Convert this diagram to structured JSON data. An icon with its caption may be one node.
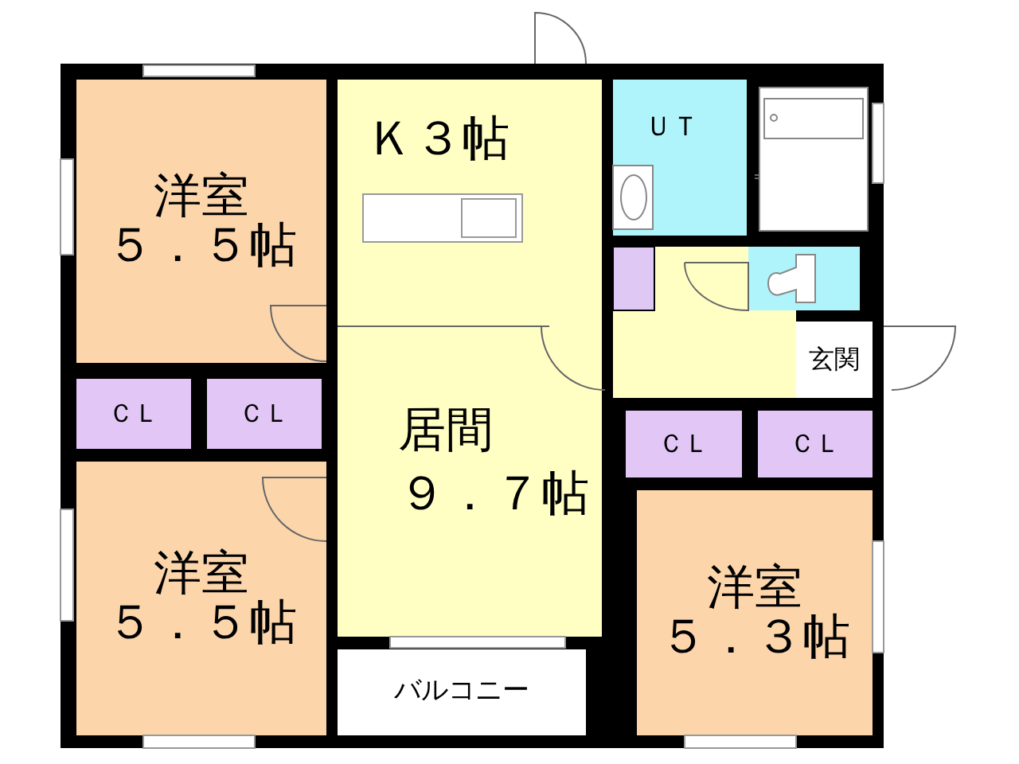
{
  "diagram": {
    "nodes": [
      {
        "text": [
          "洋室",
          "５．５帖"
        ]
      },
      {
        "text": [
          "Ｋ３帖",
          "居間",
          "９．７帖"
        ]
      },
      {
        "text": [
          "ＵＴ"
        ]
      },
      {
        "text": [
          "玄関"
        ]
      },
      {
        "text": [
          "ＣＬ"
        ]
      },
      {
        "text": [
          "ＣＬ"
        ]
      },
      {
        "text": [
          "ＣＬ"
        ]
      },
      {
        "text": [
          "ＣＬ"
        ]
      },
      {
        "text": [
          "洋室",
          "５．５帖"
        ]
      },
      {
        "text": [
          "バルコニー"
        ]
      },
      {
        "text": [
          "洋室",
          "５．３帖"
        ]
      }
    ]
  }
}
